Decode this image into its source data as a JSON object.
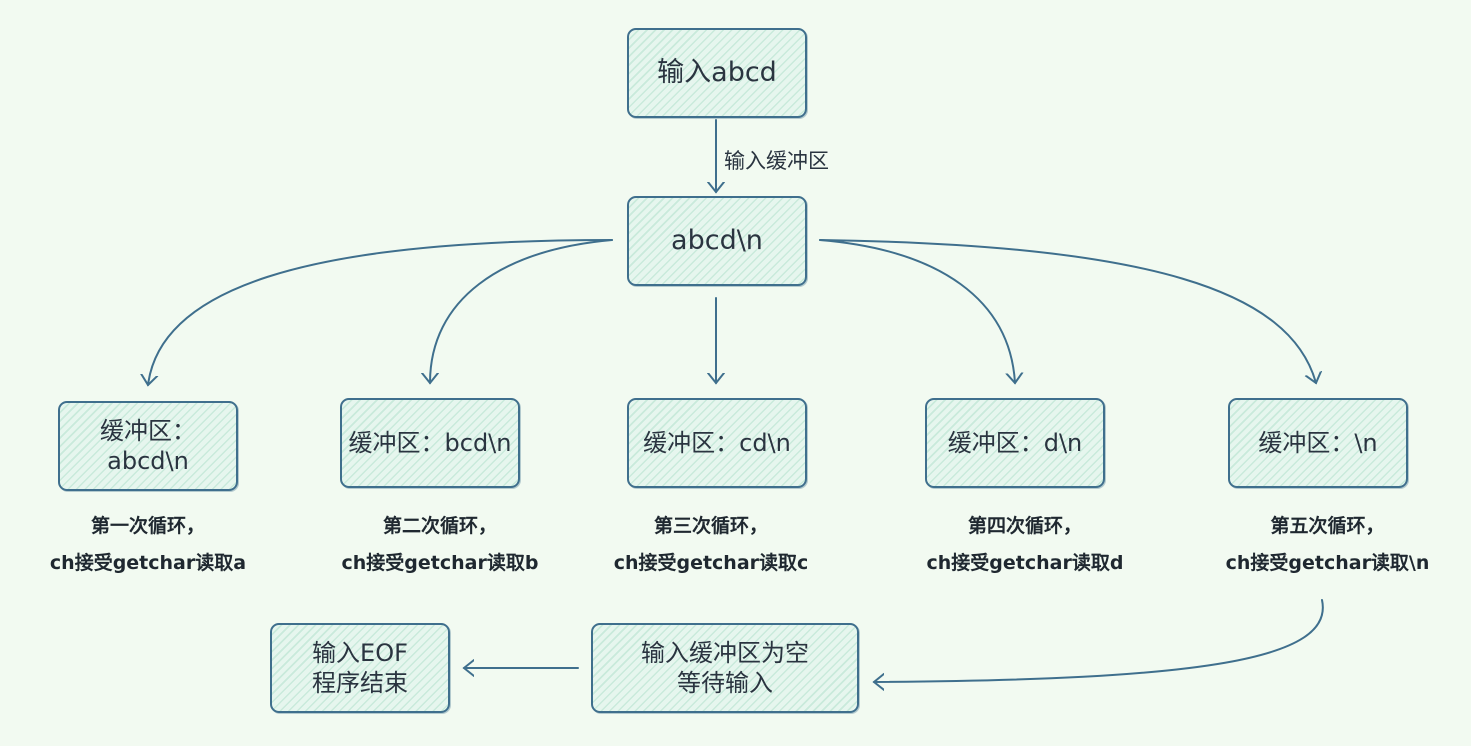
{
  "top_box": "输入abcd",
  "edge_label": "输入缓冲区",
  "buffer_box": "abcd\\n",
  "states": [
    {
      "buffer": "缓冲区：abcd\\n",
      "loop": "第一次循环，",
      "read": "ch接受getchar读取a"
    },
    {
      "buffer": "缓冲区：bcd\\n",
      "loop": "第二次循环，",
      "read": "ch接受getchar读取b"
    },
    {
      "buffer": "缓冲区：cd\\n",
      "loop": "第三次循环，",
      "read": "ch接受getchar读取c"
    },
    {
      "buffer": "缓冲区：d\\n",
      "loop": "第四次循环，",
      "read": "ch接受getchar读取d"
    },
    {
      "buffer": "缓冲区：\\n",
      "loop": "第五次循环，",
      "read": "ch接受getchar读取\\n"
    }
  ],
  "wait_box": {
    "line1": "输入缓冲区为空",
    "line2": "等待输入"
  },
  "end_box": {
    "line1": "输入EOF",
    "line2": "程序结束"
  },
  "colors": {
    "stroke": "#3f6f8d",
    "fill": "#c9eadb",
    "background": "#f2faf1"
  }
}
